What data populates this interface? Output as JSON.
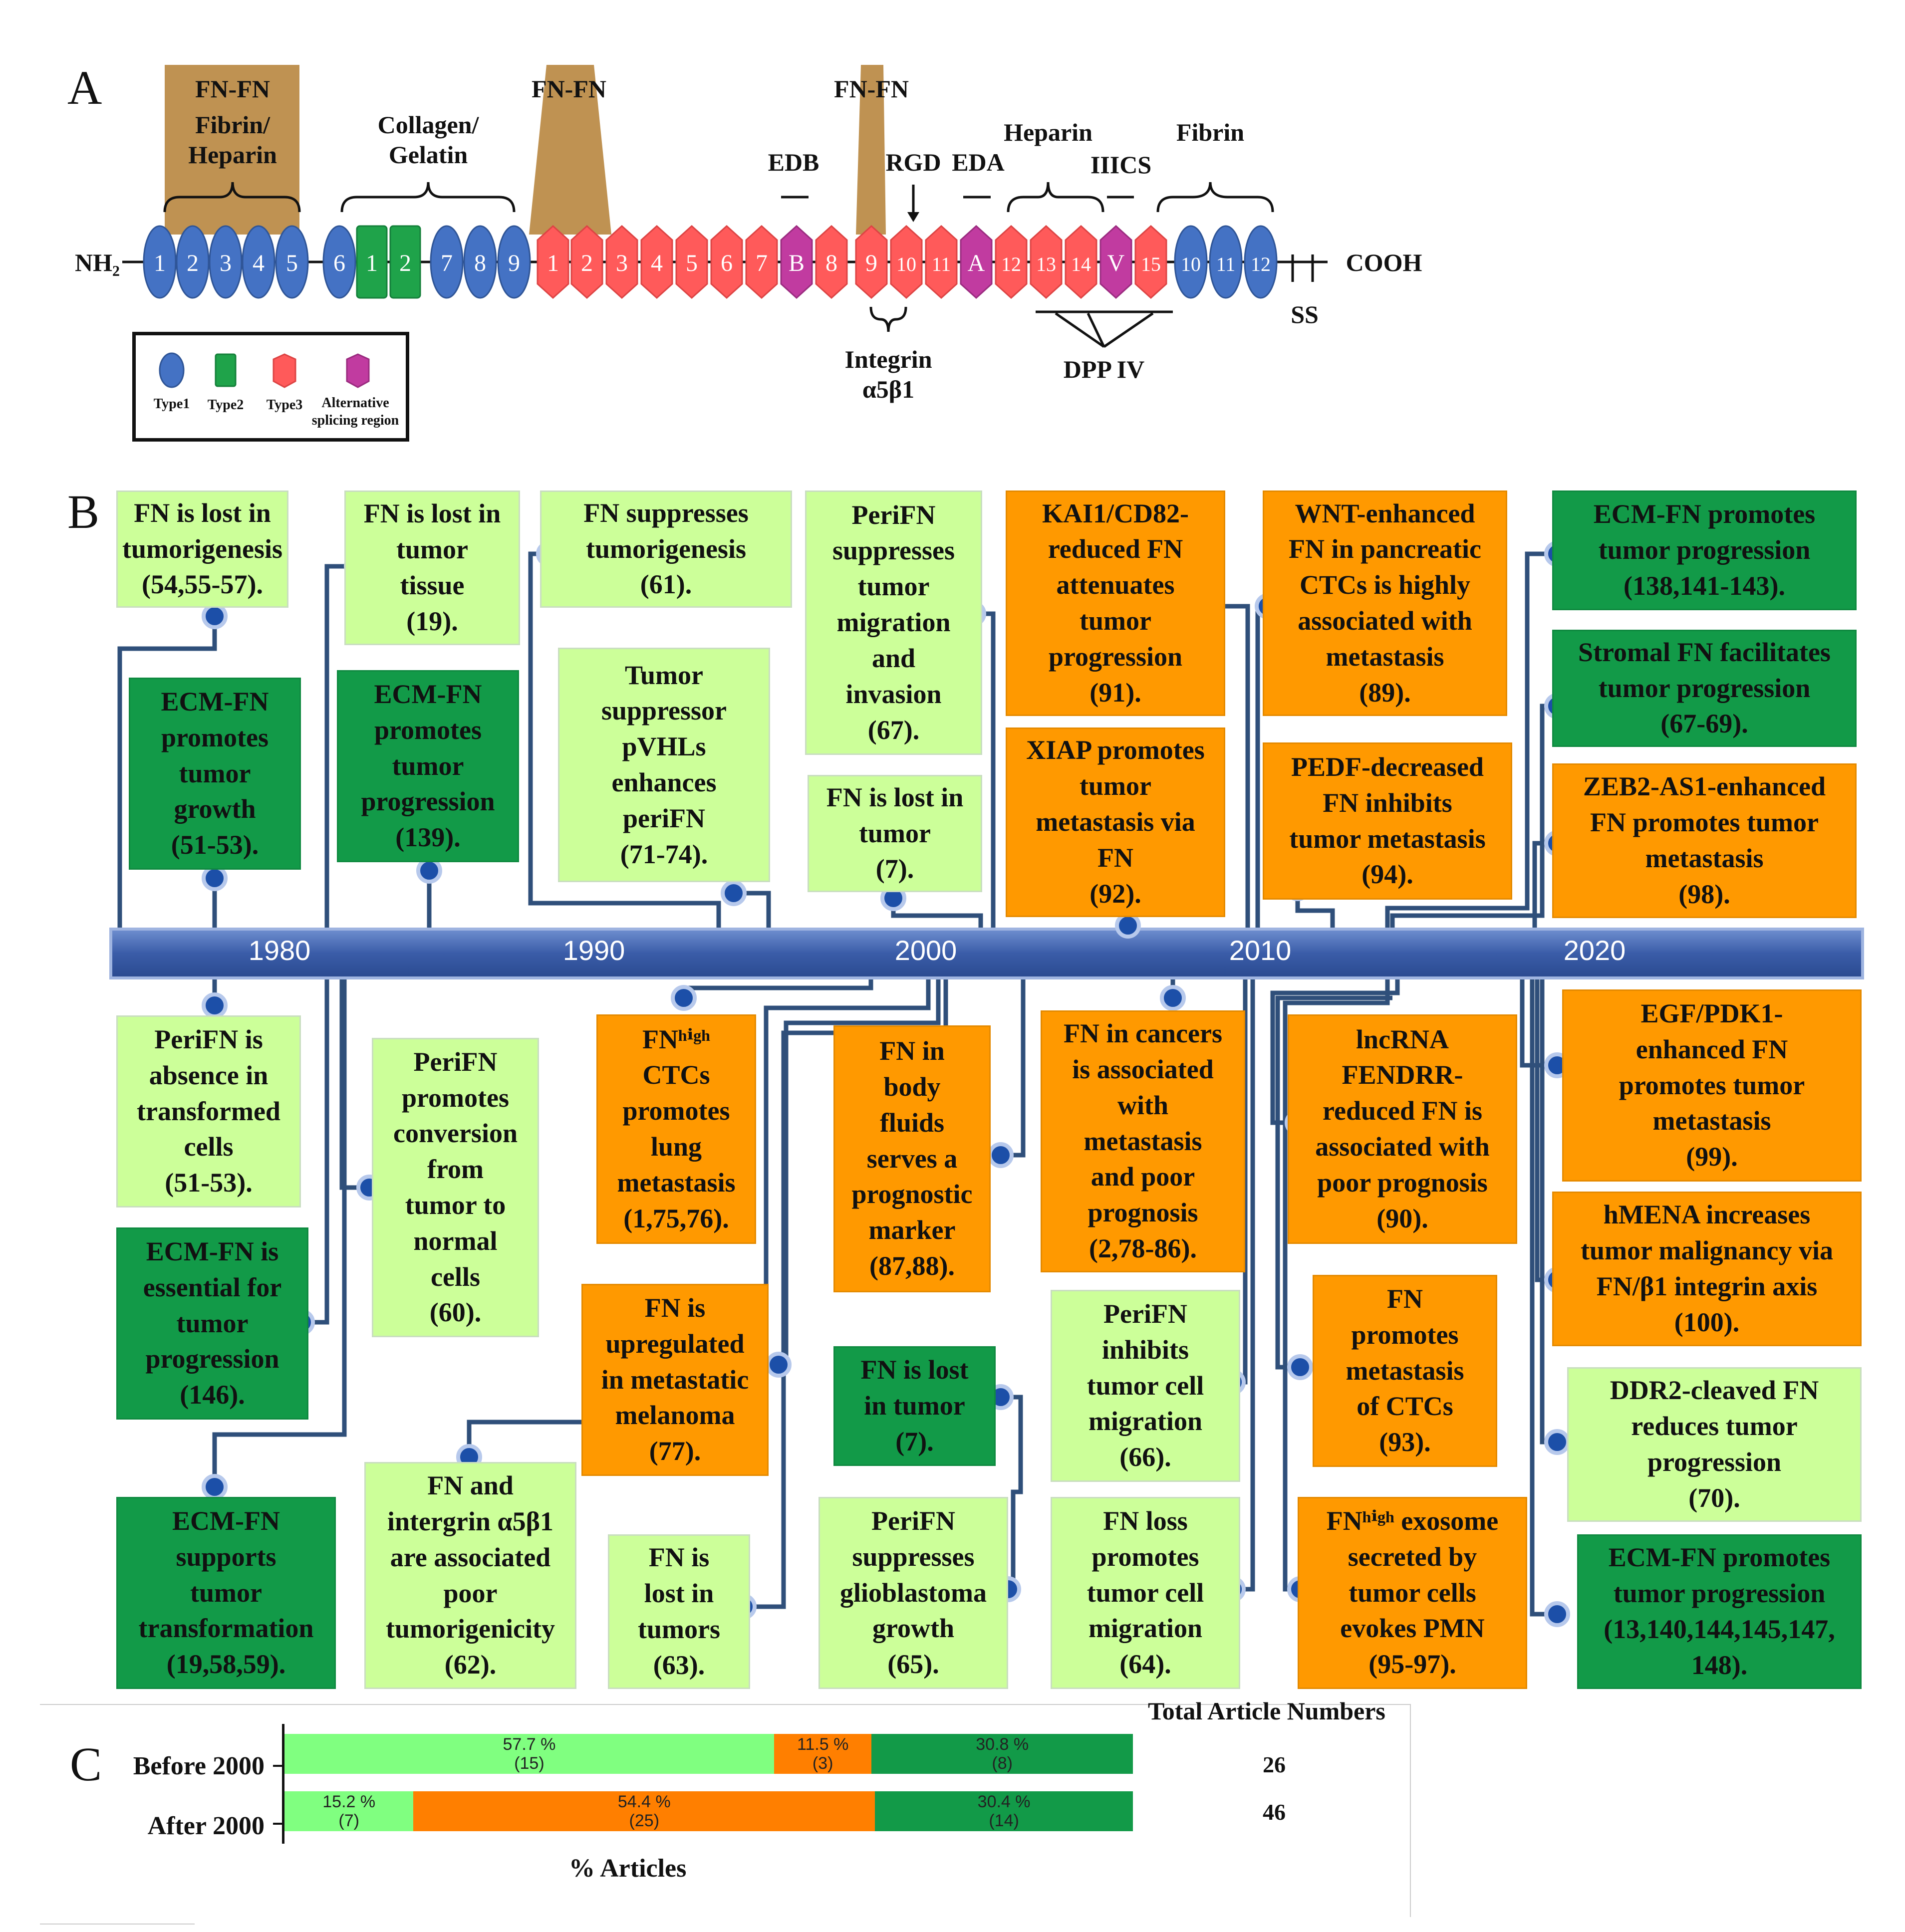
{
  "panels": {
    "a": "A",
    "b": "B",
    "c": "C"
  },
  "panelA": {
    "terminal_left": "NH₂",
    "terminal_right": "COOH",
    "ss_label": "SS",
    "domain_labels": {
      "fnfn1": "FN-FN",
      "fibrin_heparin": "Fibrin/\nHeparin",
      "collagen": "Collagen/\nGelatin",
      "fnfn2": "FN-FN",
      "fnfn3": "FN-FN",
      "edb": "EDB",
      "rgd": "RGD",
      "eda": "EDA",
      "heparin": "Heparin",
      "iiics": "IIICS",
      "fibrin": "Fibrin",
      "integrin": "Integrin\nα5β1",
      "dpp": "DPP IV"
    },
    "modules": [
      {
        "type": "type1",
        "label": "1"
      },
      {
        "type": "type1",
        "label": "2"
      },
      {
        "type": "type1",
        "label": "3"
      },
      {
        "type": "type1",
        "label": "4"
      },
      {
        "type": "type1",
        "label": "5"
      },
      {
        "type": "type1",
        "label": "6"
      },
      {
        "type": "type2",
        "label": "1"
      },
      {
        "type": "type2",
        "label": "2"
      },
      {
        "type": "type1",
        "label": "7"
      },
      {
        "type": "type1",
        "label": "8"
      },
      {
        "type": "type1",
        "label": "9"
      },
      {
        "type": "type3",
        "label": "1"
      },
      {
        "type": "type3",
        "label": "2"
      },
      {
        "type": "type3",
        "label": "3"
      },
      {
        "type": "type3",
        "label": "4"
      },
      {
        "type": "type3",
        "label": "5"
      },
      {
        "type": "type3",
        "label": "6"
      },
      {
        "type": "type3",
        "label": "7"
      },
      {
        "type": "alt",
        "label": "B"
      },
      {
        "type": "type3",
        "label": "8"
      },
      {
        "type": "type3",
        "label": "9"
      },
      {
        "type": "type3",
        "label": "10"
      },
      {
        "type": "type3",
        "label": "11"
      },
      {
        "type": "alt",
        "label": "A"
      },
      {
        "type": "type3",
        "label": "12"
      },
      {
        "type": "type3",
        "label": "13"
      },
      {
        "type": "type3",
        "label": "14"
      },
      {
        "type": "alt",
        "label": "V"
      },
      {
        "type": "type3",
        "label": "15"
      },
      {
        "type": "type1",
        "label": "10"
      },
      {
        "type": "type1",
        "label": "11"
      },
      {
        "type": "type1",
        "label": "12"
      }
    ],
    "legend": {
      "type1": "Type1",
      "type2": "Type2",
      "type3": "Type3",
      "alt": "Alternative\nsplicing region"
    },
    "colors": {
      "type1": "#4472c4",
      "type2": "#1fa34a",
      "type3": "#ff5a5a",
      "alt": "#c13ba0",
      "cone": "#b8863f"
    }
  },
  "timeline": {
    "years": [
      "1980",
      "1990",
      "2000",
      "2010",
      "2020"
    ],
    "colors": {
      "light_green": "#ccff99",
      "dark_green": "#129a48",
      "orange": "#ff9900",
      "bar": "#3a5ca8"
    },
    "boxes": [
      {
        "id": "t1",
        "color": "light_green",
        "text": "FN is lost in\ntumorigenesis\n(54,55-57)."
      },
      {
        "id": "t2",
        "color": "light_green",
        "text": "FN is lost in\ntumor\ntissue\n(19)."
      },
      {
        "id": "t3",
        "color": "light_green",
        "text": "FN suppresses\ntumorigenesis\n(61)."
      },
      {
        "id": "t4",
        "color": "light_green",
        "text": "PeriFN\nsuppresses\ntumor\nmigration\nand\ninvasion\n(67)."
      },
      {
        "id": "t5",
        "color": "orange",
        "text": "KAI1/CD82-\nreduced FN\nattenuates\ntumor\nprogression\n(91)."
      },
      {
        "id": "t6",
        "color": "orange",
        "text": "WNT-enhanced\nFN in pancreatic\nCTCs is highly\nassociated with\nmetastasis\n(89)."
      },
      {
        "id": "t7",
        "color": "dark_green",
        "text": "ECM-FN promotes\ntumor progression\n(138,141-143)."
      },
      {
        "id": "t8",
        "color": "dark_green",
        "text": "ECM-FN\npromotes\ntumor\ngrowth\n(51-53)."
      },
      {
        "id": "t9",
        "color": "dark_green",
        "text": "ECM-FN\npromotes\ntumor\nprogression\n(139)."
      },
      {
        "id": "t10",
        "color": "light_green",
        "text": "Tumor\nsuppressor\npVHLs\nenhances\nperiFN\n(71-74)."
      },
      {
        "id": "t11",
        "color": "light_green",
        "text": "FN is lost in\ntumor\n(7)."
      },
      {
        "id": "t12",
        "color": "orange",
        "text": "XIAP promotes\ntumor\nmetastasis via\nFN\n(92)."
      },
      {
        "id": "t13",
        "color": "orange",
        "text": "PEDF-decreased\nFN inhibits\ntumor metastasis\n(94)."
      },
      {
        "id": "t14",
        "color": "dark_green",
        "text": "Stromal FN facilitates\ntumor progression\n(67-69)."
      },
      {
        "id": "t15",
        "color": "orange",
        "text": "ZEB2-AS1-enhanced\nFN promotes tumor\nmetastasis\n(98)."
      },
      {
        "id": "b1",
        "color": "light_green",
        "text": "PeriFN is\nabsence in\ntransformed\ncells\n(51-53)."
      },
      {
        "id": "b2",
        "color": "light_green",
        "text": "PeriFN\npromotes\nconversion\nfrom\ntumor to\nnormal\ncells\n(60)."
      },
      {
        "id": "b3",
        "color": "orange",
        "text": "FNʰⁱᵍʰ\nCTCs\npromotes\nlung\nmetastasis\n(1,75,76)."
      },
      {
        "id": "b4",
        "color": "orange",
        "text": "FN in\nbody\nfluids\nserves a\nprognostic\nmarker\n(87,88)."
      },
      {
        "id": "b5",
        "color": "orange",
        "text": "FN in cancers\nis associated\nwith\nmetastasis\nand poor\nprognosis\n(2,78-86)."
      },
      {
        "id": "b6",
        "color": "orange",
        "text": "lncRNA\nFENDRR-\nreduced FN is\nassociated with\npoor prognosis\n(90)."
      },
      {
        "id": "b7",
        "color": "orange",
        "text": "EGF/PDK1-\nenhanced FN\npromotes tumor\nmetastasis\n(99)."
      },
      {
        "id": "b8",
        "color": "dark_green",
        "text": "ECM-FN is\nessential for\ntumor\nprogression\n(146)."
      },
      {
        "id": "b9",
        "color": "orange",
        "text": "hMENA increases\ntumor malignancy via\nFN/β1 integrin axis\n(100)."
      },
      {
        "id": "b10",
        "color": "orange",
        "text": "FN is\nupregulated\nin metastatic\nmelanoma\n(77)."
      },
      {
        "id": "b11",
        "color": "dark_green",
        "text": "FN is lost\nin tumor\n(7)."
      },
      {
        "id": "b12",
        "color": "light_green",
        "text": "PeriFN\ninhibits\ntumor cell\nmigration\n(66)."
      },
      {
        "id": "b13",
        "color": "orange",
        "text": "FN\npromotes\nmetastasis\nof CTCs\n(93)."
      },
      {
        "id": "b14",
        "color": "light_green",
        "text": "DDR2-cleaved FN\nreduces tumor\nprogression\n(70)."
      },
      {
        "id": "b15",
        "color": "dark_green",
        "text": "ECM-FN\nsupports\ntumor\ntransformation\n(19,58,59)."
      },
      {
        "id": "b16",
        "color": "light_green",
        "text": "FN and\nintergrin α5β1\nare associated\npoor\ntumorigenicity\n(62)."
      },
      {
        "id": "b17",
        "color": "light_green",
        "text": "FN is\nlost in\ntumors\n(63)."
      },
      {
        "id": "b18",
        "color": "light_green",
        "text": "PeriFN\nsuppresses\nglioblastoma\ngrowth\n(65)."
      },
      {
        "id": "b19",
        "color": "light_green",
        "text": "FN loss\npromotes\ntumor cell\nmigration\n(64)."
      },
      {
        "id": "b20",
        "color": "orange",
        "text": "FNʰⁱᵍʰ exosome\nsecreted by\ntumor cells\nevokes PMN\n(95-97)."
      },
      {
        "id": "b21",
        "color": "dark_green",
        "text": "ECM-FN promotes\ntumor progression\n(13,140,144,145,147,\n148)."
      }
    ]
  },
  "chart_data": {
    "type": "bar",
    "orientation": "horizontal",
    "stacked": true,
    "categories": [
      "Before 2000",
      "After 2000"
    ],
    "series": [
      {
        "color": "#80ff80",
        "values": [
          57.7,
          15.2
        ],
        "counts": [
          15,
          7
        ],
        "labels": [
          "57.7 %\n(15)",
          "15.2 %\n(7)"
        ]
      },
      {
        "color": "#ff7f00",
        "values": [
          11.5,
          54.4
        ],
        "counts": [
          3,
          25
        ],
        "labels": [
          "11.5 %\n(3)",
          "54.4 %\n(25)"
        ]
      },
      {
        "color": "#129a48",
        "values": [
          30.8,
          30.4
        ],
        "counts": [
          8,
          14
        ],
        "labels": [
          "30.8 %\n(8)",
          "30.4 %\n(14)"
        ]
      }
    ],
    "totals_header": "Total Article Numbers",
    "totals": [
      "26",
      "46"
    ],
    "xlabel": "% Articles",
    "xlim": [
      0,
      100
    ]
  }
}
